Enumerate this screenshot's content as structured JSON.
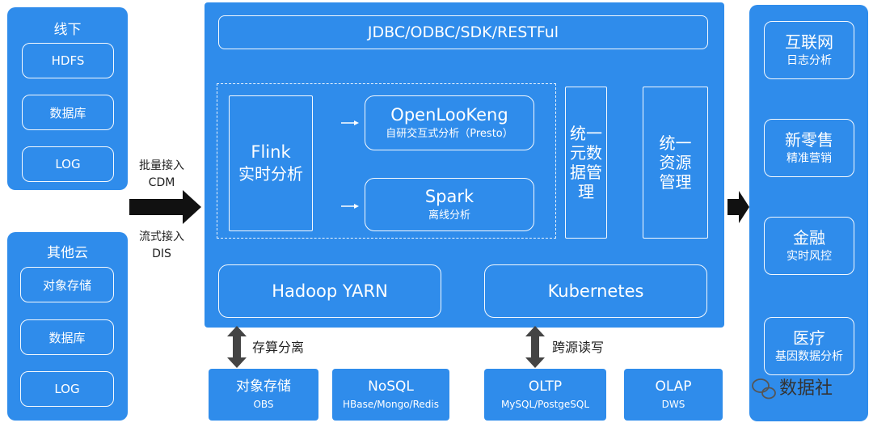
{
  "offline": {
    "title": "线下",
    "items": [
      "HDFS",
      "数据库",
      "LOG"
    ]
  },
  "othercloud": {
    "title": "其他云",
    "items": [
      "对象存储",
      "数据库",
      "LOG"
    ]
  },
  "ingest": {
    "batch": [
      "批量接入",
      "CDM"
    ],
    "stream": [
      "流式接入",
      "DIS"
    ]
  },
  "main": {
    "api": "JDBC/ODBC/SDK/RESTFul",
    "flink": {
      "title": "Flink",
      "sub": "实时分析"
    },
    "openlookeng": {
      "title": "OpenLooKeng",
      "sub": "自研交互式分析（Presto）"
    },
    "spark": {
      "title": "Spark",
      "sub": "离线分析"
    },
    "metadata": [
      "统一",
      "元数",
      "据管",
      "理"
    ],
    "resource": [
      "统一",
      "资源",
      "管理"
    ],
    "yarn": "Hadoop YARN",
    "kubernetes": "Kubernetes"
  },
  "links": {
    "left": "存算分离",
    "right": "跨源读写"
  },
  "storage": [
    {
      "title": "对象存储",
      "sub": "OBS"
    },
    {
      "title": "NoSQL",
      "sub": "HBase/Mongo/Redis"
    },
    {
      "title": "OLTP",
      "sub": "MySQL/PostgeSQL"
    },
    {
      "title": "OLAP",
      "sub": "DWS"
    }
  ],
  "apps": [
    {
      "title": "互联网",
      "sub": "日志分析"
    },
    {
      "title": "新零售",
      "sub": "精准营销"
    },
    {
      "title": "金融",
      "sub": "实时风控"
    },
    {
      "title": "医疗",
      "sub": "基因数据分析"
    }
  ],
  "watermark": "数据社",
  "colors": {
    "panel": "#2f8ceb",
    "arrow": "#111111",
    "link_arrow": "#444444"
  }
}
